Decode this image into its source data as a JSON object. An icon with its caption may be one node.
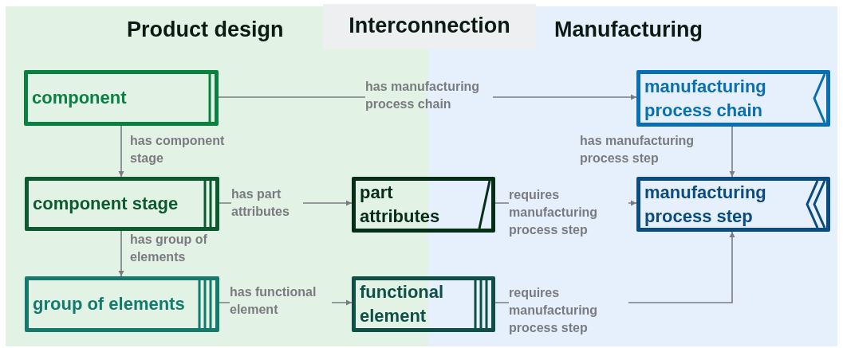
{
  "diagram": {
    "nodes": [
      {
        "text": [
          "Product design"
        ]
      },
      {
        "text": [
          "Manufacturing"
        ]
      },
      {
        "text": [
          "Interconnection"
        ]
      },
      {
        "text": [
          "component"
        ],
        "in": 0
      },
      {
        "text": [
          "component stage"
        ],
        "in": 0
      },
      {
        "text": [
          "group of elements"
        ],
        "in": 0
      },
      {
        "text": [
          "part attributes"
        ]
      },
      {
        "text": [
          "functional element"
        ]
      },
      {
        "text": [
          "manufacturing process chain"
        ],
        "in": 1
      },
      {
        "text": [
          "manufacturing process step"
        ],
        "in": 1
      }
    ],
    "edges": [
      {
        "from": 3,
        "to": 8,
        "arrow": "to",
        "label": "has manufacturing process chain"
      },
      {
        "from": 3,
        "to": 4,
        "arrow": "to",
        "label": "has component stage"
      },
      {
        "from": 4,
        "to": 6,
        "arrow": "to",
        "label": "has part attributes"
      },
      {
        "from": 4,
        "to": 5,
        "arrow": "to",
        "label": "has group of elements"
      },
      {
        "from": 5,
        "to": 7,
        "arrow": "to",
        "label": "has functional element"
      },
      {
        "from": 8,
        "to": 9,
        "arrow": "to",
        "label": "has manufacturing process step"
      },
      {
        "from": 6,
        "to": 9,
        "arrow": "to",
        "label": "requires manufacturing process step"
      },
      {
        "from": 7,
        "to": 9,
        "arrow": "to",
        "label": "requires manufacturing process step"
      }
    ]
  }
}
